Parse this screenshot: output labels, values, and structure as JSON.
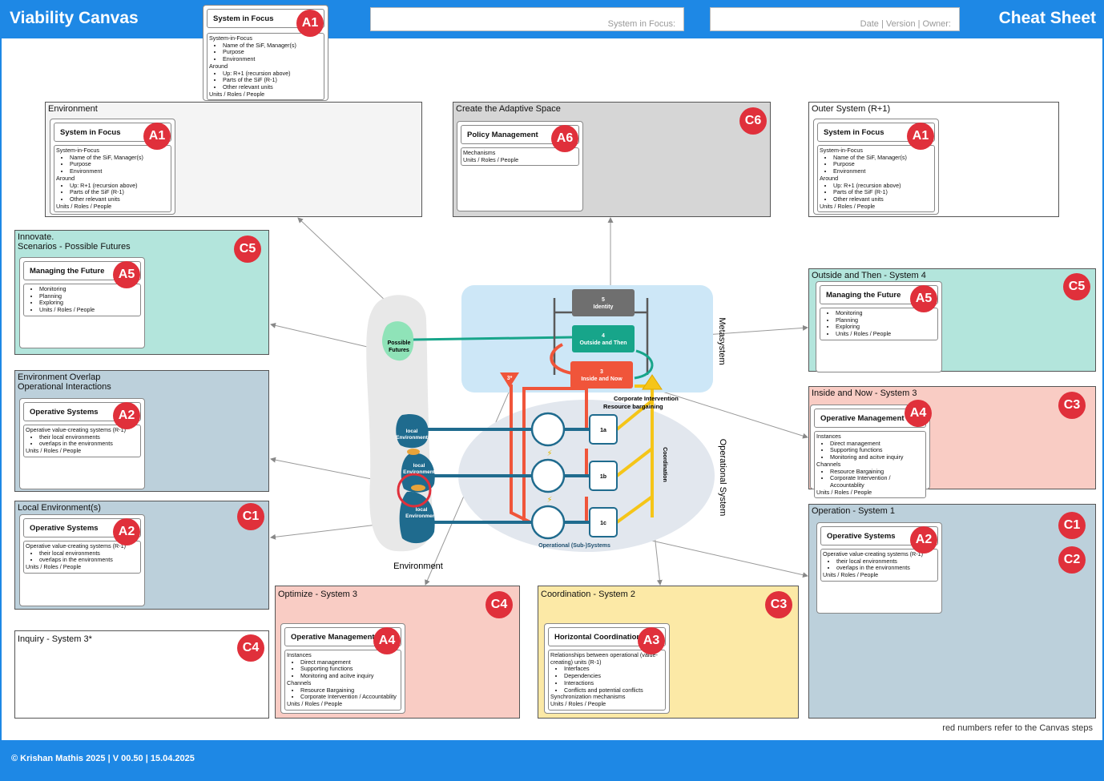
{
  "header": {
    "title": "Viability Canvas",
    "sif_placeholder": "System in Focus:",
    "dvo_placeholder": "Date | Version | Owner:",
    "sheet": "Cheat Sheet"
  },
  "footer": {
    "text": "©  Krishan Mathis 2025 | V 00.50 | 15.04.2025"
  },
  "note": "red numbers refer to the Canvas steps",
  "top_card": {
    "title": "System in Focus",
    "badge": "A1",
    "lines": [
      {
        "t": "System-in-Focus"
      },
      {
        "b": "Name of the SiF, Manager(s)"
      },
      {
        "b": "Purpose"
      },
      {
        "b": "Environment"
      },
      {
        "t": "Around"
      },
      {
        "b": "Up: R+1 (recursion above)"
      },
      {
        "b": "Parts of the SiF (R-1)"
      },
      {
        "b": "Other relevant units"
      },
      {
        "t": "Units / Roles / People"
      }
    ]
  },
  "zones": {
    "environment": {
      "label": "Environment",
      "card": {
        "title": "System in Focus",
        "badge": "A1",
        "lines": [
          {
            "t": "System-in-Focus"
          },
          {
            "b": "Name of the SiF, Manager(s)"
          },
          {
            "b": "Purpose"
          },
          {
            "b": "Environment"
          },
          {
            "t": "Around"
          },
          {
            "b": "Up: R+1 (recursion above)"
          },
          {
            "b": "Parts of the SiF (R-1)"
          },
          {
            "b": "Other relevant units"
          },
          {
            "t": "Units / Roles / People"
          }
        ]
      }
    },
    "adaptive": {
      "label": "Create the Adaptive Space",
      "badge": "C6",
      "card": {
        "title": "Policy Management",
        "badge": "A6",
        "lines": [
          {
            "t": "Mechanisms"
          },
          {
            "t": "Units / Roles / People"
          }
        ]
      }
    },
    "outer": {
      "label": "Outer System (R+1)",
      "card": {
        "title": "System in Focus",
        "badge": "A1",
        "lines": [
          {
            "t": "System-in-Focus"
          },
          {
            "b": "Name of the SiF, Manager(s)"
          },
          {
            "b": "Purpose"
          },
          {
            "b": "Environment"
          },
          {
            "t": "Around"
          },
          {
            "b": "Up: R+1 (recursion above)"
          },
          {
            "b": "Parts of the SiF (R-1)"
          },
          {
            "b": "Other relevant units"
          },
          {
            "t": "Units / Roles / People"
          }
        ]
      }
    },
    "innovate": {
      "label": "Innovate.\nScenarios - Possible Futures",
      "badge": "C5",
      "card": {
        "title": "Managing the Future",
        "badge": "A5",
        "lines": [
          {
            "b": "Monitoring"
          },
          {
            "b": "Planning"
          },
          {
            "b": "Exploring"
          },
          {
            "b": "Units / Roles / People"
          }
        ]
      }
    },
    "overlap": {
      "label": "Environment Overlap\nOperational Interactions",
      "card": {
        "title": "Operative Systems",
        "badge": "A2",
        "lines": [
          {
            "t": "Operative value-creating systems (R-1)"
          },
          {
            "b": "their local environments"
          },
          {
            "b": "overlaps in the environments"
          },
          {
            "t": "Units / Roles / People"
          }
        ]
      }
    },
    "local": {
      "label": "Local Environment(s)",
      "badge": "C1",
      "card": {
        "title": "Operative Systems",
        "badge": "A2",
        "lines": [
          {
            "t": "Operative value-creating systems (R-1)"
          },
          {
            "b": "their local environments"
          },
          {
            "b": "overlaps in the environments"
          },
          {
            "t": "Units / Roles / People"
          }
        ]
      }
    },
    "inquiry": {
      "label": "Inquiry - System 3*",
      "badge": "C4"
    },
    "optimize": {
      "label": "Optimize - System 3",
      "badge": "C4",
      "card": {
        "title": "Operative Management",
        "badge": "A4",
        "lines": [
          {
            "t": "Instances"
          },
          {
            "b": "Direct management"
          },
          {
            "b": "Supporting functions"
          },
          {
            "b": "Monitoring and acitve inquiry"
          },
          {
            "t": "Channels"
          },
          {
            "b": "Resource Bargaining"
          },
          {
            "b": "Corporate Intervention / Accountablity"
          },
          {
            "t": "Units / Roles / People"
          }
        ]
      }
    },
    "coordination": {
      "label": "Coordination - System 2",
      "badge": "C3",
      "card": {
        "title": "Horizontal Coordination",
        "badge": "A3",
        "lines": [
          {
            "t": "Relationships between operational (value-creating) units (R-1)"
          },
          {
            "b": "Interfaces"
          },
          {
            "b": "Dependencies"
          },
          {
            "b": "Interactions"
          },
          {
            "b": "Conflicts and potential conflicts"
          },
          {
            "t": "Synchronization mechanisms"
          },
          {
            "t": "Units / Roles / People"
          }
        ]
      }
    },
    "outside": {
      "label": "Outside and Then - System 4",
      "badge": "C5",
      "card": {
        "title": "Managing the Future",
        "badge": "A5",
        "lines": [
          {
            "b": "Monitoring"
          },
          {
            "b": "Planning"
          },
          {
            "b": "Exploring"
          },
          {
            "b": "Units / Roles / People"
          }
        ]
      }
    },
    "inside": {
      "label": "Inside and Now - System 3",
      "badge": "C3",
      "card": {
        "title": "Operative Management",
        "badge": "A4",
        "lines": [
          {
            "t": "Instances"
          },
          {
            "b": "Direct management"
          },
          {
            "b": "Supporting functions"
          },
          {
            "b": "Monitoring and acitve inquiry"
          },
          {
            "t": "Channels"
          },
          {
            "b": "Resource Bargaining"
          },
          {
            "b": "Corporate Intervention / Accountablity"
          },
          {
            "t": "Units / Roles / People"
          }
        ]
      }
    },
    "operation": {
      "label": "Operation - System 1",
      "badge": "C1",
      "badge2": "C2",
      "card": {
        "title": "Operative Systems",
        "badge": "A2",
        "lines": [
          {
            "t": "Operative value-creating systems (R-1)"
          },
          {
            "b": "their local environments"
          },
          {
            "b": "overlaps in the environments"
          },
          {
            "t": "Units / Roles / People"
          }
        ]
      }
    }
  },
  "diagram": {
    "s5": "5",
    "s5_label": "Identity",
    "s4": "4",
    "s4_label": "Outside and Then",
    "s3": "3",
    "s3_label": "Inside and Now",
    "s3star": "3*",
    "possible": "Possible",
    "futures": "Futures",
    "local_env": "local",
    "local_env2": "Environment",
    "units": [
      "1a",
      "1b",
      "1c"
    ],
    "ops_label": "Operational (Sub-)Systems",
    "corp": "Corporate Intervention",
    "resource": "Resource bargaining",
    "coord": "Coordination",
    "metasystem": "Metasystem",
    "operational": "Operational System",
    "environment": "Environment"
  },
  "colors": {
    "accent": "#1e88e5",
    "badge": "#e0303b",
    "s5": "#6f6f6f",
    "s4": "#17a58a",
    "s3": "#f0553a",
    "coord": "#f5c518",
    "ops": "#1f6b8e"
  }
}
